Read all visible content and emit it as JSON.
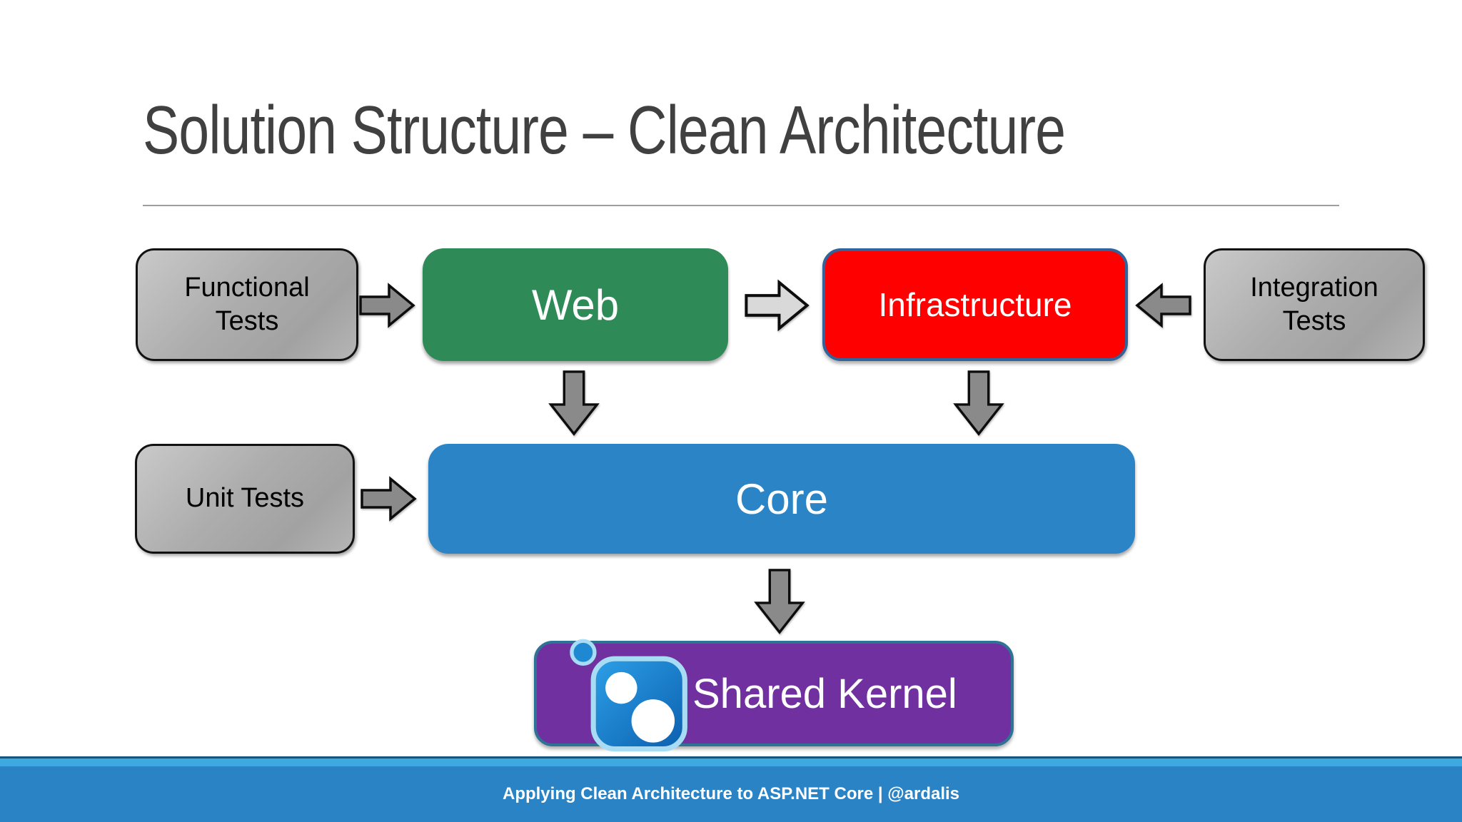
{
  "slide": {
    "title": "Solution Structure – Clean Architecture",
    "footer_text": "Applying Clean Architecture to ASP.NET Core | @ardalis"
  },
  "diagram": {
    "boxes": {
      "functional_tests": {
        "label": "Functional Tests"
      },
      "web": {
        "label": "Web"
      },
      "infrastructure": {
        "label": "Infrastructure"
      },
      "integration_tests": {
        "label": "Integration Tests"
      },
      "unit_tests": {
        "label": "Unit Tests"
      },
      "core": {
        "label": "Core"
      },
      "shared_kernel": {
        "label": "Shared Kernel"
      }
    },
    "arrows": [
      {
        "name": "functional-tests-to-web",
        "direction": "right",
        "style": "dark"
      },
      {
        "name": "web-to-infrastructure",
        "direction": "right",
        "style": "light"
      },
      {
        "name": "integration-tests-to-infrastructure",
        "direction": "left",
        "style": "dark"
      },
      {
        "name": "web-to-core",
        "direction": "down",
        "style": "dark"
      },
      {
        "name": "infrastructure-to-core",
        "direction": "down",
        "style": "dark"
      },
      {
        "name": "unit-tests-to-core",
        "direction": "right",
        "style": "dark"
      },
      {
        "name": "core-to-shared-kernel",
        "direction": "down",
        "style": "dark"
      }
    ],
    "icons": {
      "shared_kernel_icon": "nuget-package-icon"
    },
    "colors": {
      "title_text": "#404040",
      "web_box": "#2E8B58",
      "infrastructure_box": "#FF0000",
      "infrastructure_border": "#31639C",
      "core_box": "#2A84C6",
      "shared_kernel_box": "#7030A0",
      "shared_kernel_border": "#2E7396",
      "tests_box_gray": "#ADADAD",
      "arrow_dark": "#8A8A8A",
      "arrow_light": "#D9D9D9",
      "footer_bar": "#2A83C5",
      "footer_stripe": "#3EA9E0"
    }
  }
}
